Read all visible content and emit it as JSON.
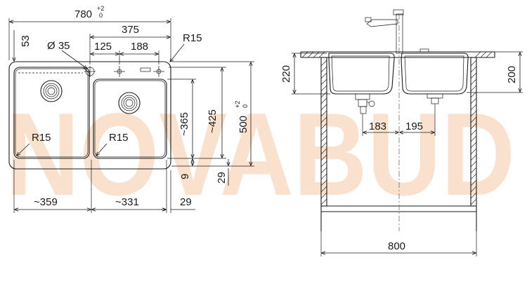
{
  "watermark": {
    "text": "NOVABUD",
    "color": "#f1b98a"
  },
  "top_view": {
    "overall_width": "780",
    "overall_width_tol_upper": "+2",
    "overall_width_tol_lower": "0",
    "right_offset": "375",
    "edge_offset": "53",
    "tap_hole_diameter": "Ø 35",
    "tap_spacing_1": "125",
    "tap_spacing_2": "188",
    "corner_radius_outer": "R15",
    "left_bowl_radius": "R15",
    "right_bowl_radius": "R15",
    "bowl_depth_right": "~365",
    "bowl_depth_overall": "~425",
    "overall_depth": "500",
    "overall_depth_tol_upper": "+2",
    "overall_depth_tol_lower": "0",
    "bottom_margin": "9",
    "bottom_offset": "29",
    "left_bowl_width": "~359",
    "right_bowl_width": "~331",
    "right_margin": "29"
  },
  "side_view": {
    "height_left": "220",
    "height_right": "200",
    "drain_offset_left": "183",
    "drain_offset_right": "195",
    "cabinet_width": "800"
  }
}
